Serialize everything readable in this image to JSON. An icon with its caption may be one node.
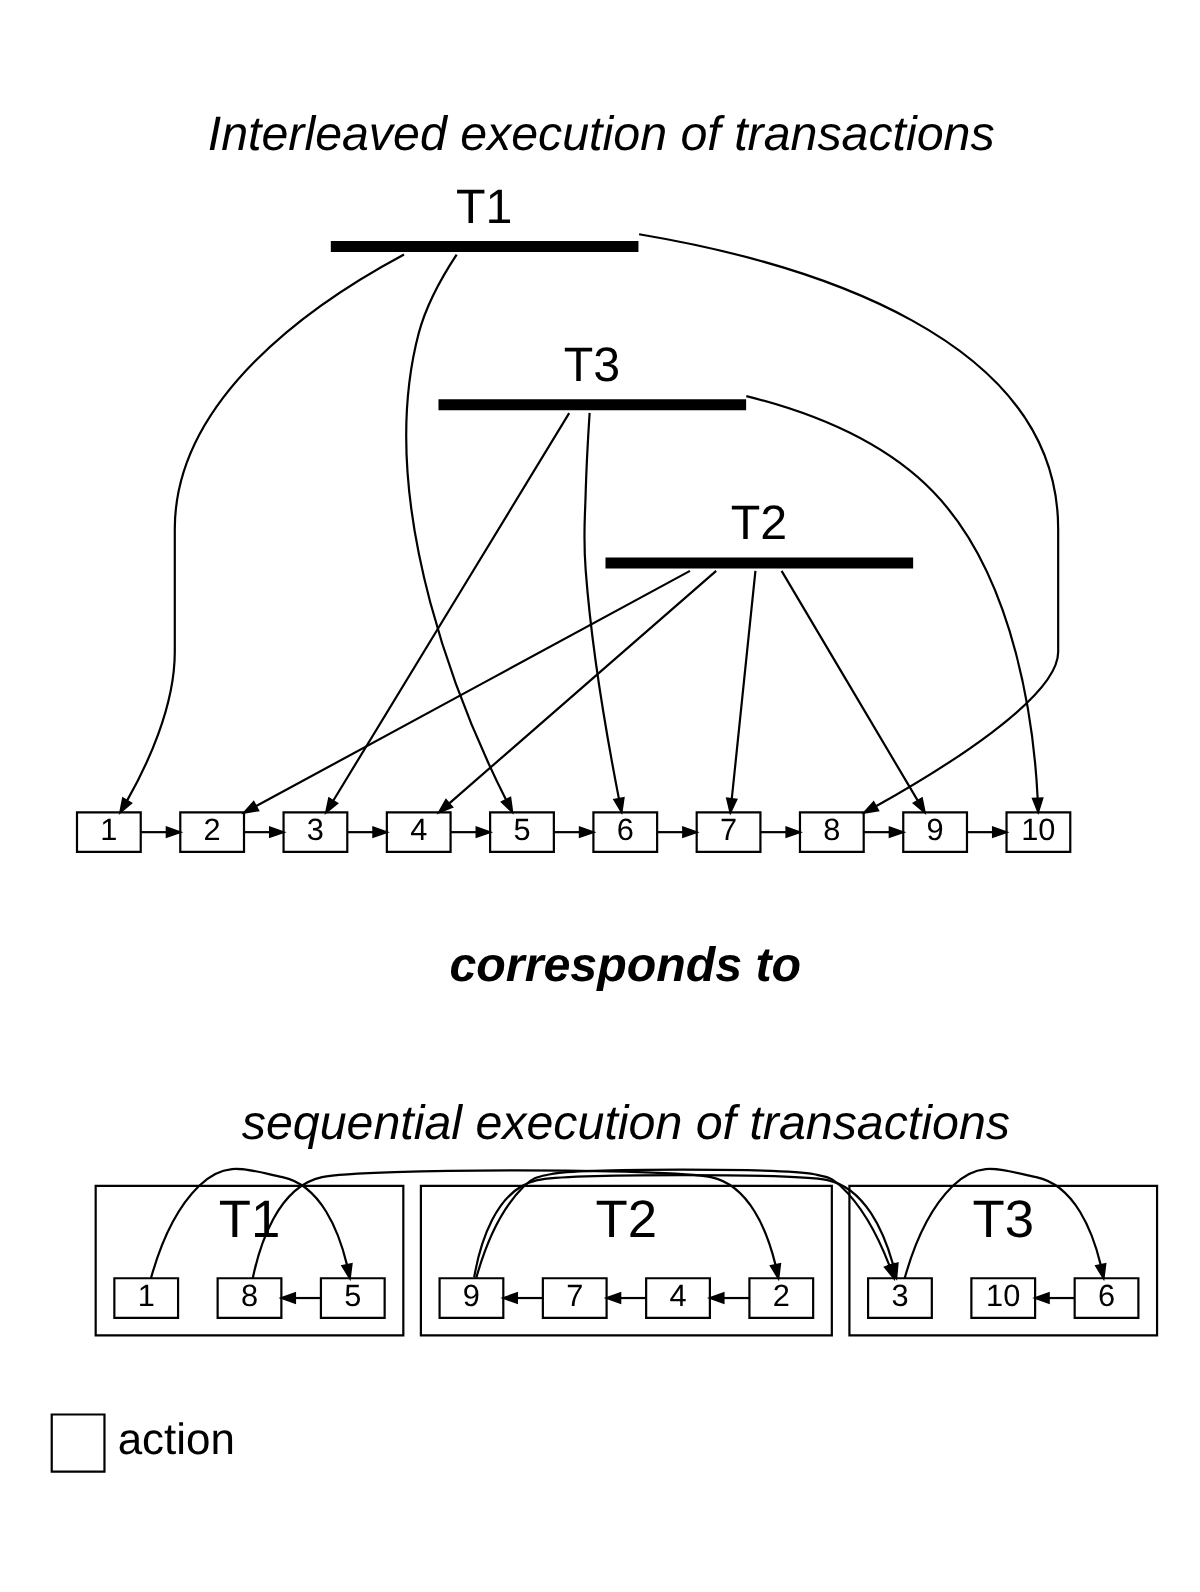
{
  "diagram": {
    "title": "Interleaved execution of transactions",
    "nodes": [
      {
        "text": [
          "T1"
        ]
      },
      {
        "text": [
          "T3"
        ]
      },
      {
        "text": [
          "T2"
        ]
      },
      {
        "text": [
          "1"
        ]
      },
      {
        "text": [
          "2"
        ]
      },
      {
        "text": [
          "3"
        ]
      },
      {
        "text": [
          "4"
        ]
      },
      {
        "text": [
          "5"
        ]
      },
      {
        "text": [
          "6"
        ]
      },
      {
        "text": [
          "7"
        ]
      },
      {
        "text": [
          "8"
        ]
      },
      {
        "text": [
          "9"
        ]
      },
      {
        "text": [
          "10"
        ]
      },
      {
        "text": [
          "T1"
        ]
      },
      {
        "text": [
          "T2"
        ]
      },
      {
        "text": [
          "T3"
        ]
      },
      {
        "text": [
          "1"
        ],
        "in": 13
      },
      {
        "text": [
          "5"
        ],
        "in": 13
      },
      {
        "text": [
          "8"
        ],
        "in": 13
      },
      {
        "text": [
          "2"
        ],
        "in": 14
      },
      {
        "text": [
          "4"
        ],
        "in": 14
      },
      {
        "text": [
          "7"
        ],
        "in": 14
      },
      {
        "text": [
          "9"
        ],
        "in": 14
      },
      {
        "text": [
          "3"
        ],
        "in": 15
      },
      {
        "text": [
          "6"
        ],
        "in": 15
      },
      {
        "text": [
          "10"
        ],
        "in": 15
      }
    ],
    "edges": [
      {
        "from": 0,
        "to": 3,
        "arrow": "to"
      },
      {
        "from": 0,
        "to": 7,
        "arrow": "to"
      },
      {
        "from": 0,
        "to": 10,
        "arrow": "to"
      },
      {
        "from": 1,
        "to": 5,
        "arrow": "to"
      },
      {
        "from": 1,
        "to": 8,
        "arrow": "to"
      },
      {
        "from": 1,
        "to": 12,
        "arrow": "to"
      },
      {
        "from": 2,
        "to": 4,
        "arrow": "to"
      },
      {
        "from": 2,
        "to": 6,
        "arrow": "to"
      },
      {
        "from": 2,
        "to": 9,
        "arrow": "to"
      },
      {
        "from": 2,
        "to": 11,
        "arrow": "to"
      },
      {
        "from": 3,
        "to": 4,
        "arrow": "to"
      },
      {
        "from": 4,
        "to": 5,
        "arrow": "to"
      },
      {
        "from": 5,
        "to": 6,
        "arrow": "to"
      },
      {
        "from": 6,
        "to": 7,
        "arrow": "to"
      },
      {
        "from": 7,
        "to": 8,
        "arrow": "to"
      },
      {
        "from": 8,
        "to": 9,
        "arrow": "to"
      },
      {
        "from": 9,
        "to": 10,
        "arrow": "to"
      },
      {
        "from": 10,
        "to": 11,
        "arrow": "to"
      },
      {
        "from": 11,
        "to": 12,
        "arrow": "to"
      },
      {
        "from": 16,
        "to": 17,
        "arrow": "to"
      },
      {
        "from": 17,
        "to": 18,
        "arrow": "to"
      },
      {
        "from": 18,
        "to": 19,
        "arrow": "to"
      },
      {
        "from": 19,
        "to": 20,
        "arrow": "to"
      },
      {
        "from": 20,
        "to": 21,
        "arrow": "to"
      },
      {
        "from": 21,
        "to": 22,
        "arrow": "to"
      },
      {
        "from": 22,
        "to": 23,
        "arrow": "to"
      },
      {
        "from": 23,
        "to": 24,
        "arrow": "to"
      },
      {
        "from": 24,
        "to": 25,
        "arrow": "to"
      }
    ],
    "labels": [
      "corresponds to",
      "sequential execution of transactions"
    ],
    "legend": [
      {
        "text": "action"
      }
    ]
  }
}
